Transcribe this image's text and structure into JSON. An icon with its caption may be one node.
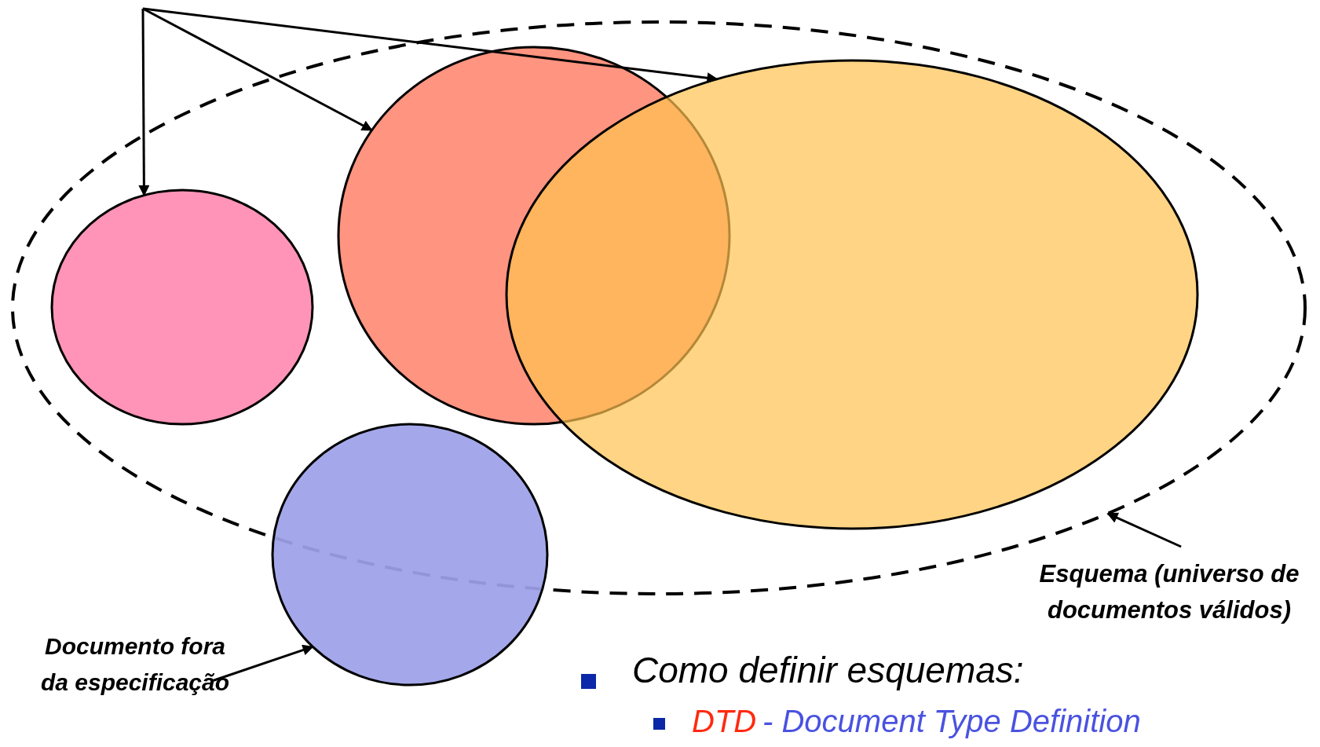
{
  "diagram": {
    "nodes": [
      {
        "text": [],
        "shape": "ellipse"
      },
      {
        "text": [],
        "shape": "ellipse",
        "in": 0
      },
      {
        "text": [],
        "shape": "ellipse",
        "in": 0
      },
      {
        "text": [],
        "shape": "ellipse",
        "in": 0
      },
      {
        "text": [],
        "shape": "ellipse"
      },
      {
        "text": [
          "Esquema (universo de documentos válidos)"
        ]
      },
      {
        "text": [
          "Documento fora da especificação"
        ]
      }
    ],
    "edges": [
      {
        "from": null,
        "to": 1,
        "arrow": "to"
      },
      {
        "from": null,
        "to": 2,
        "arrow": "to"
      },
      {
        "from": null,
        "to": 3,
        "arrow": "to"
      },
      {
        "from": 6,
        "to": 4,
        "arrow": "to"
      },
      {
        "from": 5,
        "to": 0,
        "arrow": "to"
      }
    ],
    "labels": [
      "Como definir esquemas:",
      "DTD",
      "- Document Type Definition"
    ]
  }
}
